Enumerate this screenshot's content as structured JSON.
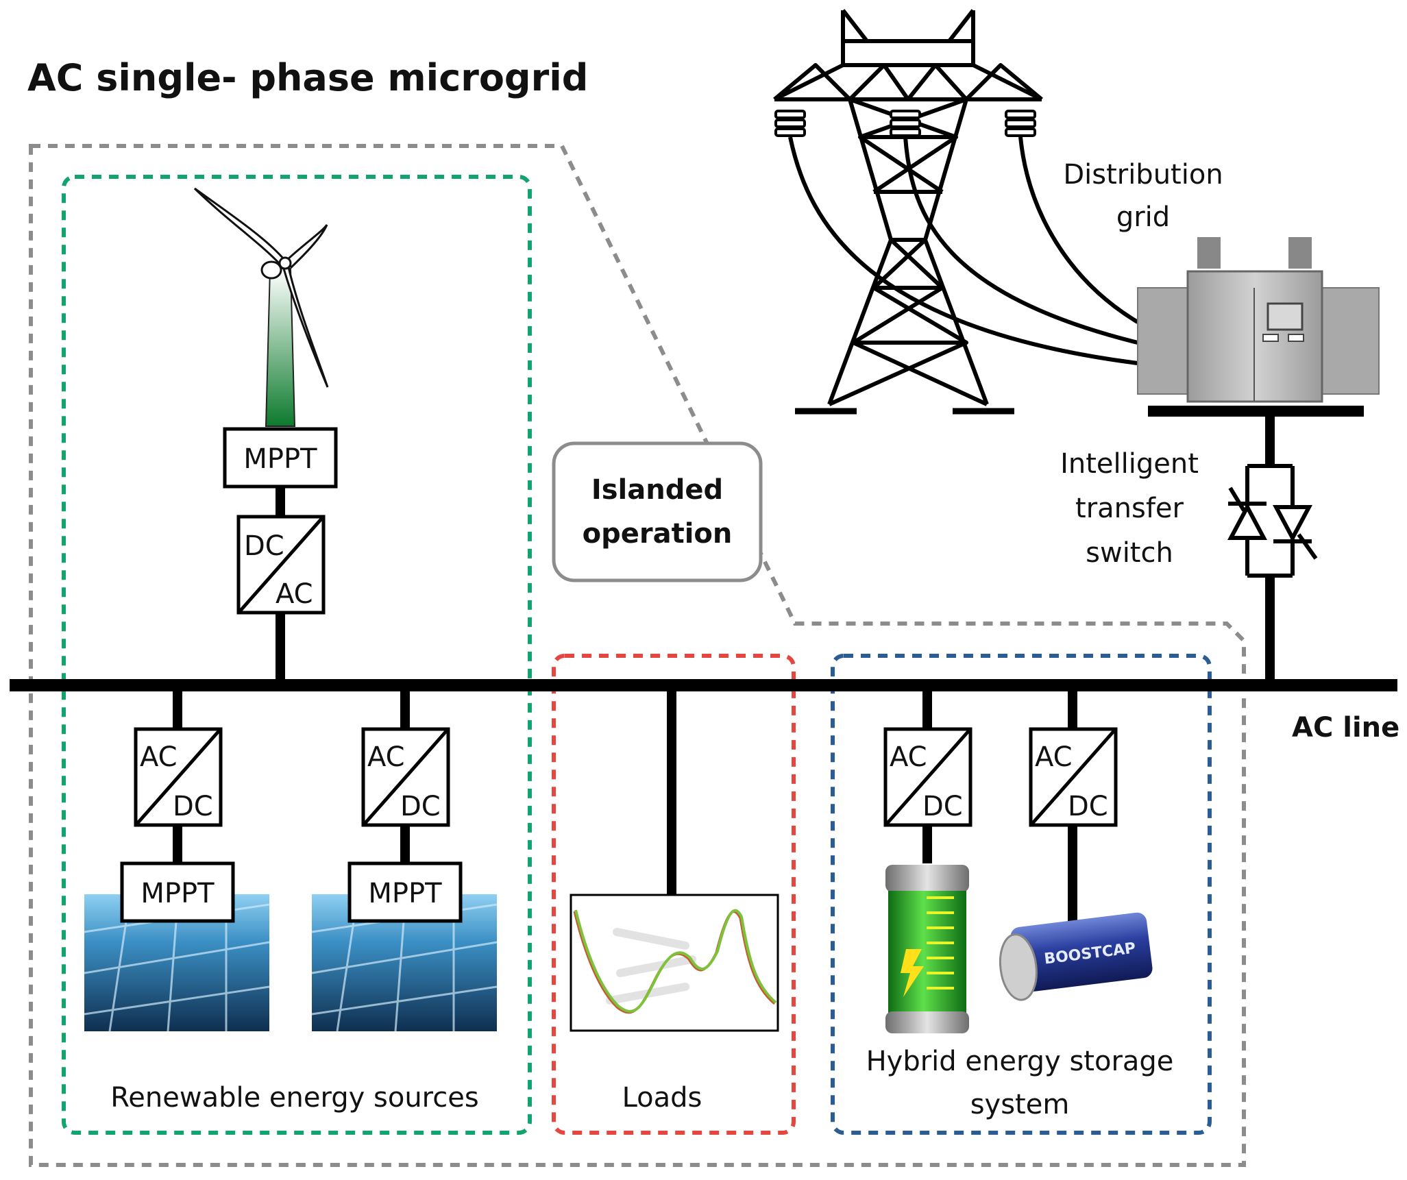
{
  "title": "AC single- phase microgrid",
  "labels": {
    "distribution_grid_line1": "Distribution",
    "distribution_grid_line2": "grid",
    "switch_line1": "Intelligent",
    "switch_line2": "transfer",
    "switch_line3": "switch",
    "islanded_line1": "Islanded",
    "islanded_line2": "operation",
    "ac_line": "AC line",
    "renewable": "Renewable energy sources",
    "loads": "Loads",
    "storage_line1": "Hybrid energy storage",
    "storage_line2": "system",
    "supercap_brand": "BOOSTCAP"
  },
  "blocks": {
    "mppt": "MPPT",
    "dc": "DC",
    "ac": "AC"
  },
  "colors": {
    "microgrid_boundary": "#8c8c8c",
    "renewable_boundary": "#13a36e",
    "loads_boundary": "#e4473f",
    "storage_boundary": "#2b5d92",
    "bus": "#000000"
  }
}
